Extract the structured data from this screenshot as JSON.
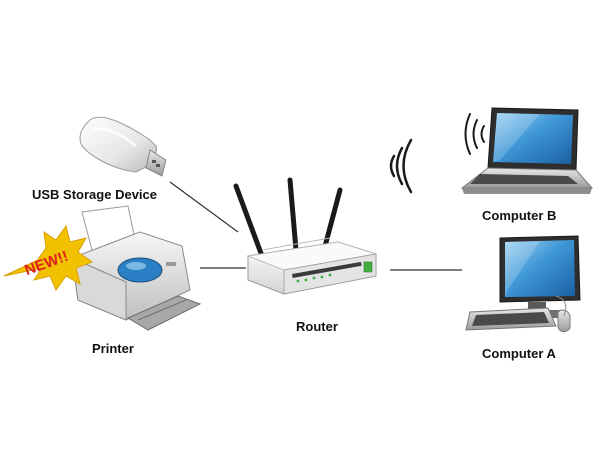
{
  "diagram": {
    "nodes": {
      "usb": {
        "label": "USB Storage Device",
        "icon": "usb-drive-icon"
      },
      "printer": {
        "label": "Printer",
        "icon": "printer-icon",
        "badge": "NEW!!"
      },
      "router": {
        "label": "Router",
        "icon": "wireless-router-icon"
      },
      "computer_b": {
        "label": "Computer B",
        "icon": "laptop-icon"
      },
      "computer_a": {
        "label": "Computer A",
        "icon": "desktop-computer-icon"
      }
    },
    "connections": [
      {
        "from": "usb",
        "to": "router",
        "type": "wired"
      },
      {
        "from": "printer",
        "to": "router",
        "type": "wired"
      },
      {
        "from": "router",
        "to": "computer_a",
        "type": "wired"
      },
      {
        "from": "router",
        "to": "computer_b",
        "type": "wireless"
      }
    ],
    "colors": {
      "line": "#333333",
      "badge": "#f2c200",
      "badge_text": "#e0201a",
      "screen": "#2b7fc4",
      "router_led": "#3fae3f"
    }
  }
}
